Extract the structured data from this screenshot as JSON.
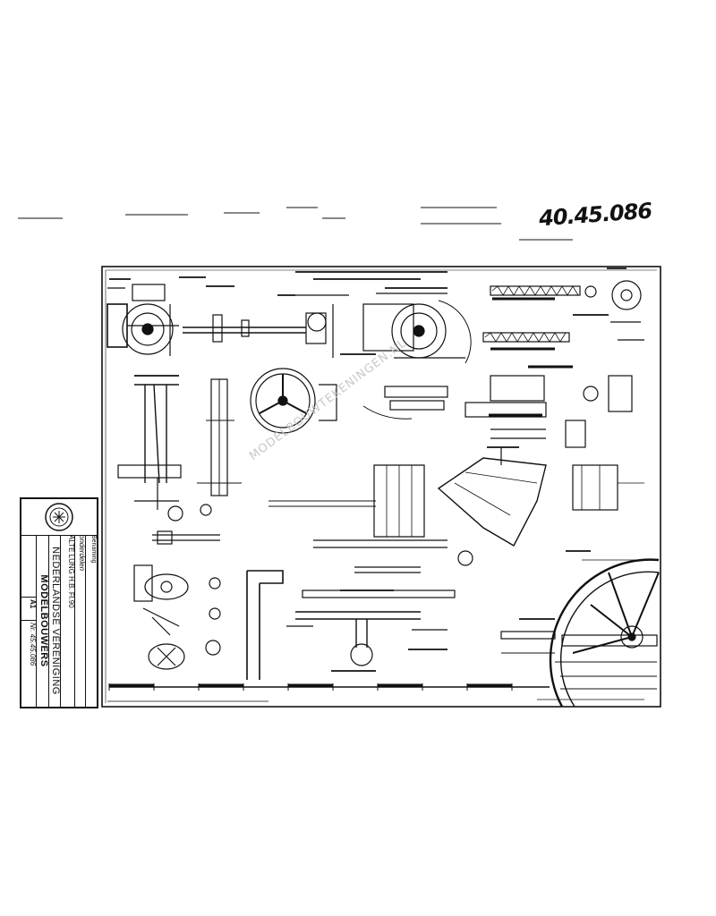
{
  "sheet": {
    "handwritten_number": "40.45.086",
    "watermark": "MODELBOUWTEKENINGEN.NL"
  },
  "title_block": {
    "field_label": "Benaming",
    "model_name": "ALTE LUNG H.B. Fl.90",
    "subject_note": "onderdelen",
    "org_line_1": "NEDERLANDSE VERENIGING",
    "org_line_2": "MODELBOUWERS",
    "format": "A1",
    "number": "Nr. 45.45.086"
  }
}
